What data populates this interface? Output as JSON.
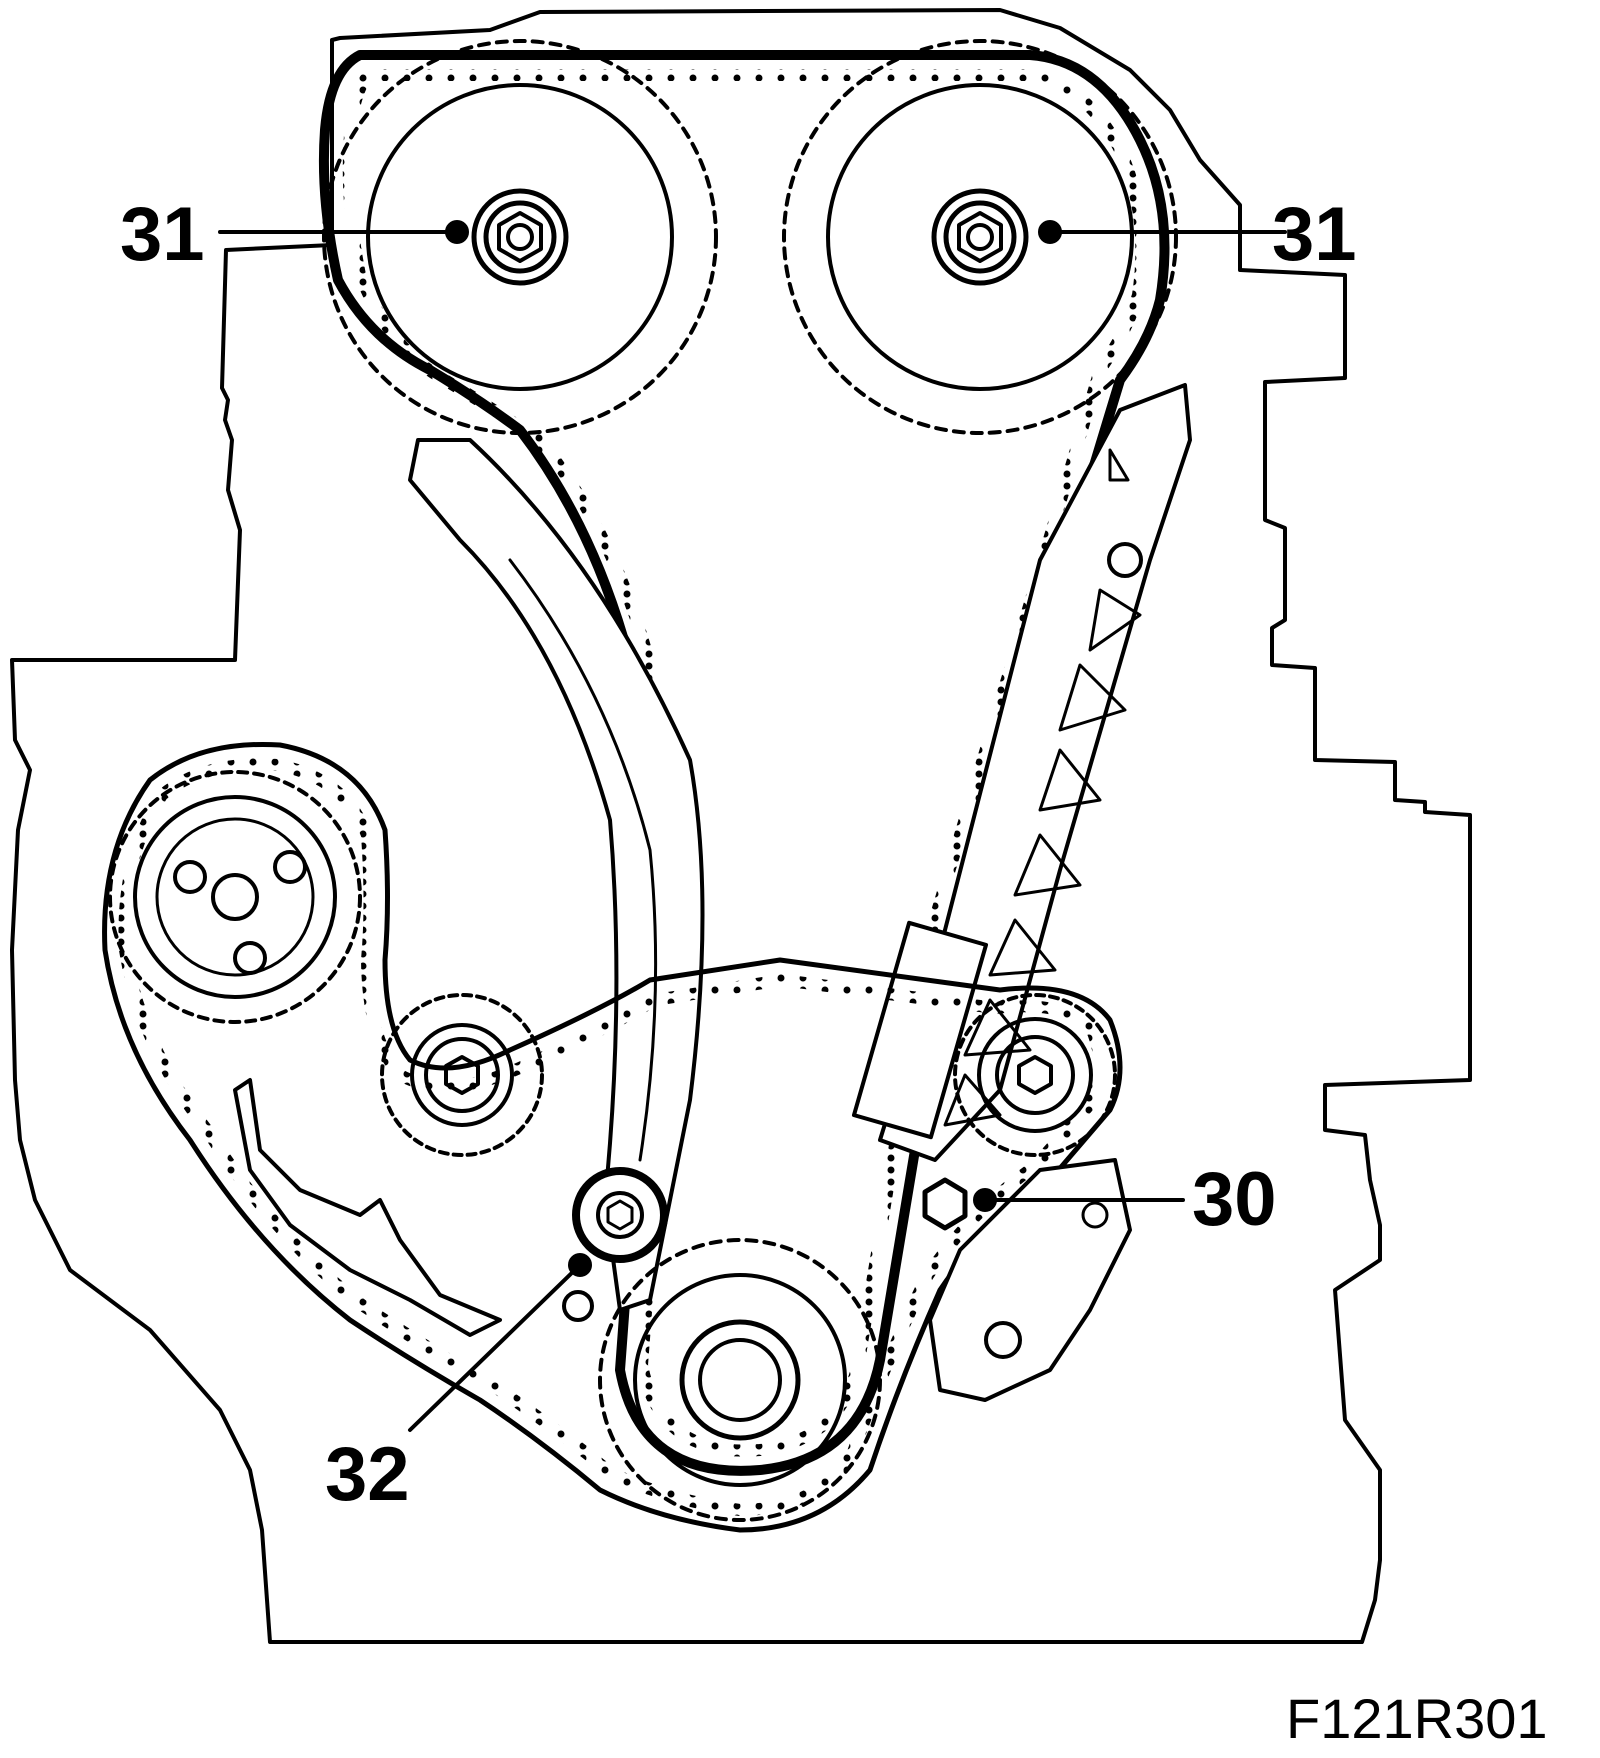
{
  "figure_id": "F121R301",
  "callouts": {
    "cam_left": "31",
    "cam_right": "31",
    "tensioner_bolt": "30",
    "guide_bolt": "32"
  },
  "colors": {
    "line": "#000000",
    "background": "#ffffff"
  }
}
